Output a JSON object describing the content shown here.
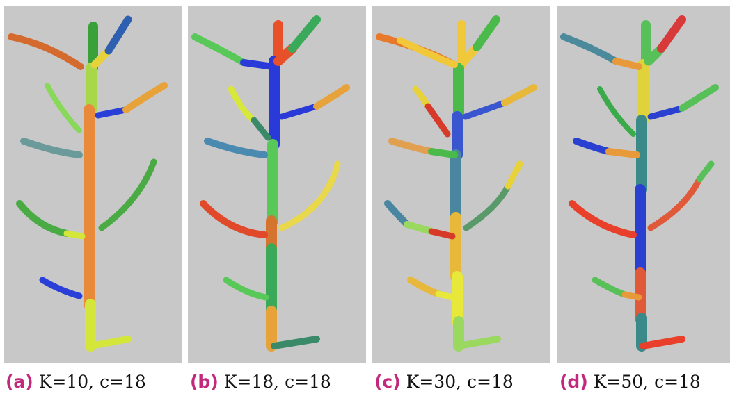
{
  "figure": {
    "panels": [
      {
        "id": "a",
        "label": "(a)",
        "caption": "K=10, c=18",
        "segment_colors": [
          "#f0823c",
          "#d46a2e",
          "#3aa13a",
          "#2f5fb0",
          "#e8d23a",
          "#6fb94a",
          "#a8d84a",
          "#e88a3a",
          "#2a3fd8",
          "#7a9a9a",
          "#4aaa44",
          "#d4e63a",
          "#88d85a"
        ]
      },
      {
        "id": "b",
        "label": "(b)",
        "caption": "K=18, c=18",
        "segment_colors": [
          "#e8502a",
          "#2a3ad8",
          "#3aaa5a",
          "#e8a23a",
          "#d8e83a",
          "#4a8ab0",
          "#e04a2a",
          "#e8d84a",
          "#58c858",
          "#3a8a6a",
          "#d4742e"
        ]
      },
      {
        "id": "c",
        "label": "(c)",
        "caption": "K=30, c=18",
        "segment_colors": [
          "#f0c83a",
          "#e8782a",
          "#4aba4a",
          "#3a55d0",
          "#d83a2a",
          "#e0a050",
          "#4a86a0",
          "#e8b83a",
          "#5a9a6a",
          "#e8e83a",
          "#9ad860"
        ]
      },
      {
        "id": "d",
        "label": "(d)",
        "caption": "K=50, c=18",
        "segment_colors": [
          "#d83a3a",
          "#3aaa4a",
          "#e0d23a",
          "#4a8a9a",
          "#2a40d0",
          "#e05a3a",
          "#58c058",
          "#e89a3a",
          "#3a8a8a",
          "#e8402a"
        ]
      }
    ]
  }
}
